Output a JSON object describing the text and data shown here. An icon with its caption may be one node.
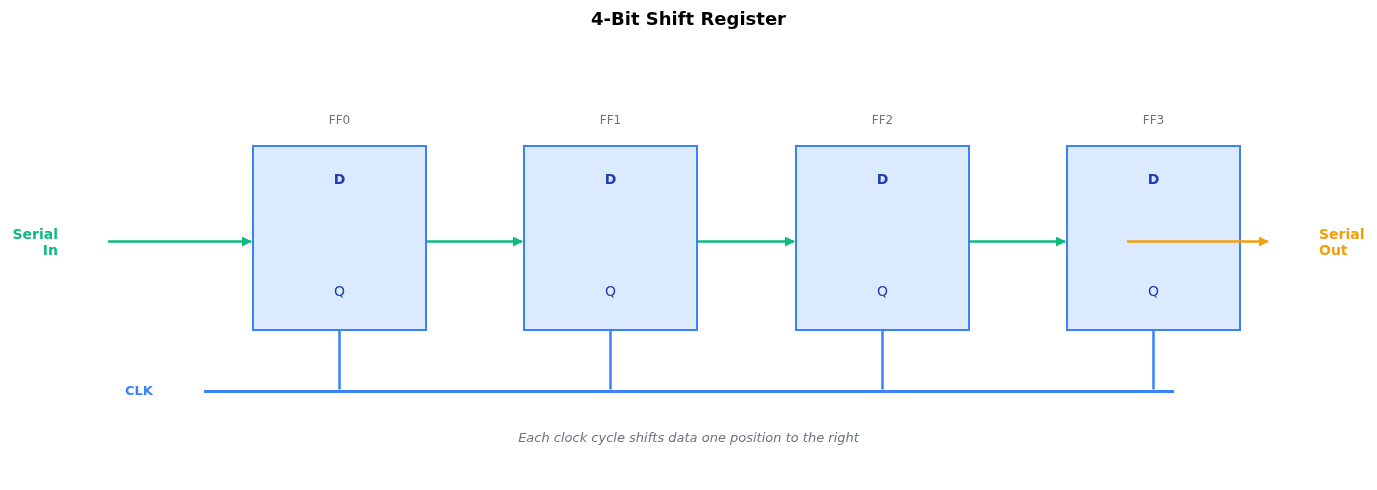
{
  "diagram": {
    "title": "4-Bit Shift Register",
    "caption": "Each clock cycle shifts data one position to the right",
    "nodes": [
      {
        "text": [
          "Serial In"
        ]
      },
      {
        "text": [
          "FF0",
          "D",
          "Q"
        ]
      },
      {
        "text": [
          "FF1",
          "D",
          "Q"
        ]
      },
      {
        "text": [
          "FF2",
          "D",
          "Q"
        ]
      },
      {
        "text": [
          "FF3",
          "D",
          "Q"
        ]
      },
      {
        "text": [
          "Serial Out"
        ]
      },
      {
        "text": [],
        "shape": "bar"
      }
    ],
    "labels": [
      "CLK"
    ],
    "edges": [
      {
        "from": 0,
        "to": 1,
        "arrow": "to",
        "color": "#10b981"
      },
      {
        "from": 1,
        "to": 2,
        "arrow": "to",
        "color": "#10b981"
      },
      {
        "from": 2,
        "to": 3,
        "arrow": "to",
        "color": "#10b981"
      },
      {
        "from": 3,
        "to": 4,
        "arrow": "to",
        "color": "#10b981"
      },
      {
        "from": 4,
        "to": 5,
        "arrow": "to",
        "color": "#f59e0b"
      },
      {
        "from": 6,
        "to": 1,
        "arrow": "none",
        "color": "#3b82f6"
      },
      {
        "from": 6,
        "to": 2,
        "arrow": "none",
        "color": "#3b82f6"
      },
      {
        "from": 6,
        "to": 3,
        "arrow": "none",
        "color": "#3b82f6"
      },
      {
        "from": 6,
        "to": 4,
        "arrow": "none",
        "color": "#3b82f6"
      }
    ]
  }
}
